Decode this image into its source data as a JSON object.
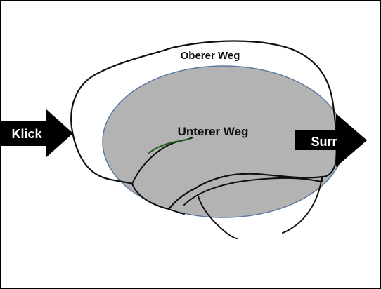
{
  "diagram": {
    "upper_path_label": "Oberer Weg",
    "lower_path_label": "Unterer Weg",
    "input_arrow_label": "Klick",
    "output_arrow_label": "Surr"
  },
  "colors": {
    "ellipse_fill": "#b3b3b3",
    "ellipse_stroke": "#5a7a9c",
    "line": "#111111",
    "arrow": "#000000",
    "arrow_text": "#ffffff",
    "accent_line": "#1f5e1f"
  }
}
